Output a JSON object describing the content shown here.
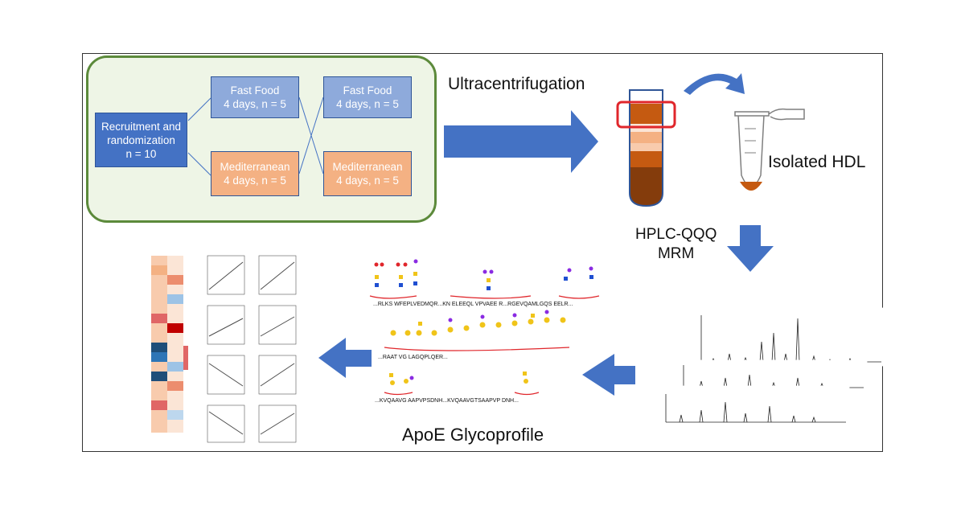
{
  "study_design": {
    "start": {
      "line1": "Recruitment and",
      "line2": "randomization",
      "line3": "n = 10"
    },
    "arm1_top": {
      "line1": "Fast Food",
      "line2": "4 days, n = 5"
    },
    "arm1_bottom": {
      "line1": "Mediterranean",
      "line2": "4 days, n = 5"
    },
    "arm2_top": {
      "line1": "Fast Food",
      "line2": "4 days, n = 5"
    },
    "arm2_bottom": {
      "line1": "Mediterranean",
      "line2": "4 days, n = 5"
    }
  },
  "steps": {
    "ultracentrifugation": "Ultracentrifugation",
    "isolated_hdl": "Isolated HDL",
    "hplc_line1": "HPLC-QQQ",
    "hplc_line2": "MRM",
    "glycoprofile": "ApoE Glycoprofile"
  },
  "colors": {
    "arrow": "#4472c4",
    "navy_box": "#4472c4",
    "light_blue_box": "#8eaadb",
    "orange_box": "#f4b183",
    "study_border": "#5c8a3b",
    "highlight": "#e0262b"
  }
}
